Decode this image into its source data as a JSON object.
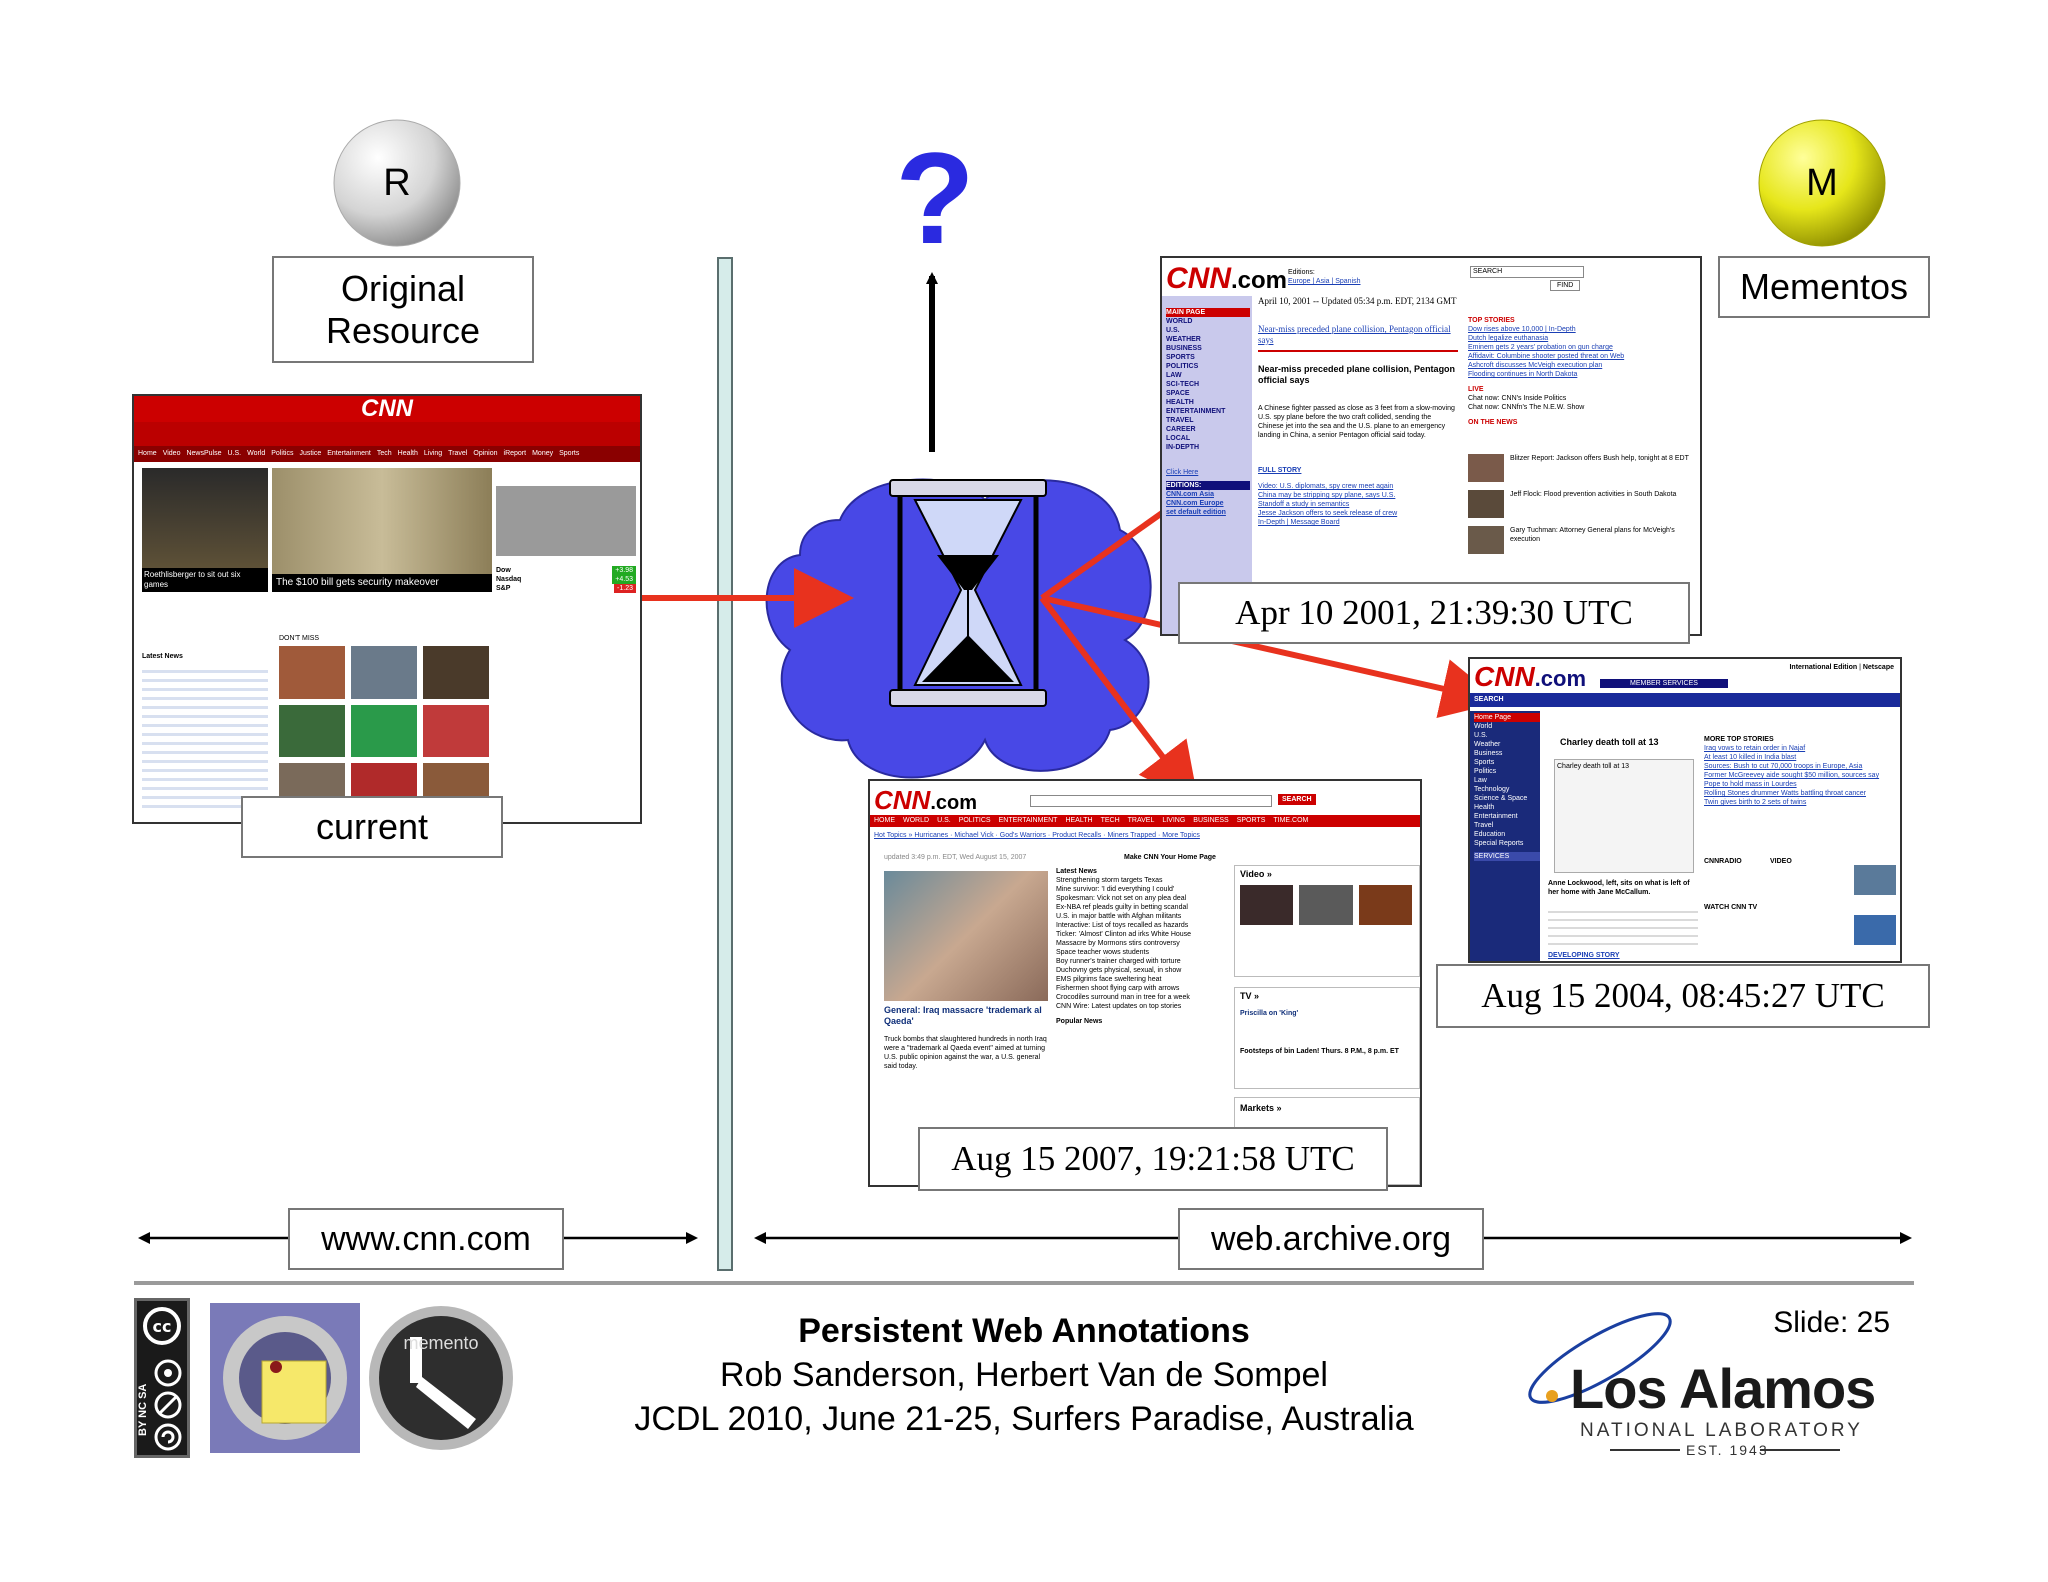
{
  "labels": {
    "original_resource": "Original Resource",
    "mementos": "Mementos",
    "current": "current",
    "question_mark": "?",
    "r_letter": "R",
    "m_letter": "M",
    "cnn_domain": "www.cnn.com",
    "archive_domain": "web.archive.org"
  },
  "timestamps": {
    "t2001": "Apr 10 2001, 21:39:30 UTC",
    "t2004": "Aug 15 2004, 08:45:27 UTC",
    "t2007": "Aug 15 2007, 19:21:58 UTC"
  },
  "footer": {
    "title": "Persistent Web Annotations",
    "authors": "Rob Sanderson, Herbert Van de Sompel",
    "venue": "JCDL 2010, June 21-25, Surfers Paradise, Australia",
    "slide": "Slide: 25",
    "lab_name": "Los Alamos",
    "lab_sub": "NATIONAL LABORATORY",
    "lab_est": "EST. 1943",
    "memento_logo": "memento",
    "cc_text": "BY NC SA"
  },
  "shots": {
    "current": {
      "logo": "CNN",
      "nav": [
        "Home",
        "Video",
        "NewsPulse",
        "U.S.",
        "World",
        "Politics",
        "Justice",
        "Entertainment",
        "Tech",
        "Health",
        "Living",
        "Travel",
        "Opinion",
        "iReport",
        "Money",
        "Sports"
      ],
      "headline_left": "Roethlisberger to sit out six games",
      "headline_mid": "The $100 bill gets security makeover",
      "latest_news": "Latest News",
      "markets": [
        {
          "name": "Dow",
          "chg": "+3.98"
        },
        {
          "name": "Nasdaq",
          "chg": "+4.53"
        },
        {
          "name": "S&P",
          "chg": "-1.23"
        }
      ],
      "dont_miss": "DON'T MISS"
    },
    "m2001": {
      "logo": "CNN",
      "logo_suffix": ".com",
      "editions": "Editions:",
      "editions_links": "Europe | Asia | Spanish",
      "search": "SEARCH",
      "find": "FIND",
      "date_line": "April 10, 2001 -- Updated 05:34 p.m. EDT, 2134 GMT",
      "lead_link": "Near-miss preceded plane collision, Pentagon official says",
      "headline": "Near-miss preceded plane collision, Pentagon official says",
      "body": "A Chinese fighter passed as close as 3 feet from a slow-moving U.S. spy plane before the two craft collided, sending the Chinese jet into the sea and the U.S. plane to an emergency landing in China, a senior Pentagon official said today.",
      "full_story": "FULL STORY",
      "side_nav": [
        "MAIN PAGE",
        "WORLD",
        "U.S.",
        "WEATHER",
        "BUSINESS",
        "SPORTS",
        "POLITICS",
        "LAW",
        "SCI-TECH",
        "SPACE",
        "HEALTH",
        "ENTERTAINMENT",
        "TRAVEL",
        "CAREER",
        "LOCAL",
        "IN-DEPTH"
      ],
      "top_stories": "TOP STORIES",
      "stories": [
        "Dow rises above 10,000 | In-Depth",
        "Dutch legalize euthanasia",
        "Eminem gets 2 years' probation on gun charge",
        "Affidavit: Columbine shooter posted threat on Web",
        "Ashcroft discusses McVeigh execution plan",
        "Flooding continues in North Dakota"
      ],
      "live": "LIVE",
      "chats": [
        "Chat now: CNN's Inside Politics",
        "Chat now: CNNfn's The N.E.W. Show"
      ],
      "on_the_news": "ON THE NEWS",
      "news_items": [
        "Blitzer Report: Jackson offers Bush help, tonight at 8 EDT",
        "Jeff Flock: Flood prevention activities in South Dakota",
        "Gary Tuchman: Attorney General plans for McVeigh's execution"
      ],
      "video_items": [
        "Video: U.S. diplomats, spy crew meet again",
        "China may be stripping spy plane, says U.S.",
        "Standoff a study in semantics",
        "Jesse Jackson offers to seek release of crew",
        "In-Depth | Message Board"
      ],
      "editions_box": [
        "EDITIONS:",
        "CNN.com Asia",
        "CNN.com Europe",
        "set default edition"
      ],
      "click_here": "Click Here"
    },
    "m2004": {
      "logo": "CNN",
      "logo_suffix": ".com",
      "member": "MEMBER SERVICES",
      "intl": "International Edition",
      "netscape": "Netscape",
      "search": "SEARCH",
      "headline": "Charley death toll at 13",
      "caption": "Charley death toll at 13",
      "more_top": "MORE TOP STORIES",
      "stories": [
        "Iraq vows to retain order in Najaf",
        "At least 10 killed in India blast",
        "Sources: Bush to cut 70,000 troops in Europe, Asia",
        "Former McGreevey aide sought $50 million, sources say",
        "Pope to hold mass in Lourdes",
        "Rolling Stones drummer Watts battling throat cancer",
        "Twin gives birth to 2 sets of twins"
      ],
      "side_nav": [
        "Home Page",
        "World",
        "U.S.",
        "Weather",
        "Business",
        "Sports",
        "Politics",
        "Law",
        "Technology",
        "Science & Space",
        "Health",
        "Entertainment",
        "Travel",
        "Education",
        "Special Reports"
      ],
      "services": "SERVICES",
      "cnnradio": "CNNRADIO",
      "video": "VIDEO",
      "watch": "WATCH CNN TV",
      "developing": "DEVELOPING STORY",
      "photo_caption": "Anne Lockwood, left, sits on what is left of her home with Jane McCallum."
    },
    "m2007": {
      "logo": "CNN",
      "logo_suffix": ".com",
      "search": "SEARCH",
      "nav": [
        "HOME",
        "WORLD",
        "U.S.",
        "POLITICS",
        "ENTERTAINMENT",
        "HEALTH",
        "TECH",
        "TRAVEL",
        "LIVING",
        "BUSINESS",
        "SPORTS",
        "TIME.COM"
      ],
      "hot_topics": "Hot Topics » Hurricanes · Michael Vick · God's Warriors · Product Recalls · Miners Trapped · More Topics",
      "updated": "updated 3:49 p.m. EDT, Wed August 15, 2007",
      "make_home": "Make CNN Your Home Page",
      "latest_news": "Latest News",
      "news": [
        "Strengthening storm targets Texas",
        "Mine survivor: 'I did everything I could'",
        "Spokesman: Vick not set on any plea deal",
        "Ex-NBA ref pleads guilty in betting scandal",
        "U.S. in major battle with Afghan militants",
        "Interactive: List of toys recalled as hazards",
        "Ticker: 'Almost' Clinton ad irks White House",
        "Massacre by Mormons stirs controversy",
        "Space teacher wows students",
        "Boy runner's trainer charged with torture",
        "Duchovny gets physical, sexual, in show",
        "EMS pilgrims face sweltering heat",
        "Fishermen shoot flying carp with arrows",
        "Crocodiles surround man in tree for a week",
        "CNN Wire: Latest updates on top stories"
      ],
      "headline": "General: Iraq massacre 'trademark al Qaeda'",
      "body": "Truck bombs that slaughtered hundreds in north Iraq were a \"trademark al Qaeda event\" aimed at turning U.S. public opinion against the war, a U.S. general said today.",
      "popular": "Popular News",
      "video": "Video »",
      "tv": "TV »",
      "markets": "Markets »",
      "tv_item": "Priscilla on 'King'",
      "tv_show": "Footsteps of bin Laden! Thurs. 8 P.M., 8 p.m. ET"
    }
  },
  "colors": {
    "arrow_red": "#e8321e",
    "cnn_red": "#cc0000",
    "cloud_blue": "#4848e6",
    "divider_fill": "#d6ecea",
    "m_yellow": "#e8e81a"
  }
}
